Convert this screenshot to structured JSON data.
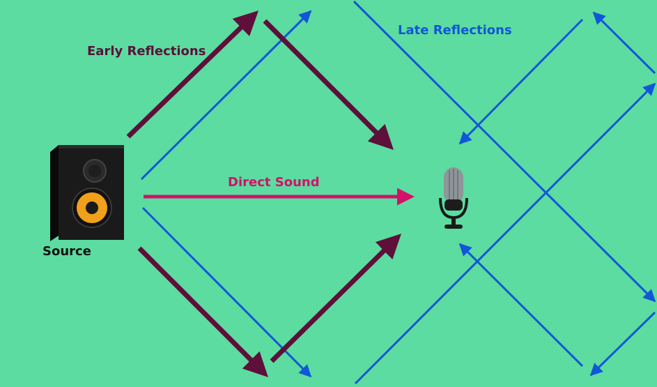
{
  "labels": {
    "early": "Early Reflections",
    "late": "Late Reflections",
    "direct": "Direct Sound",
    "source": "Source"
  },
  "colors": {
    "background": "#5cdca0",
    "early": "#5e0f3a",
    "late": "#1256d8",
    "direct": "#d4106a",
    "source_label": "#111111"
  },
  "icons": {
    "source": "speaker-icon",
    "receiver": "microphone-icon"
  }
}
